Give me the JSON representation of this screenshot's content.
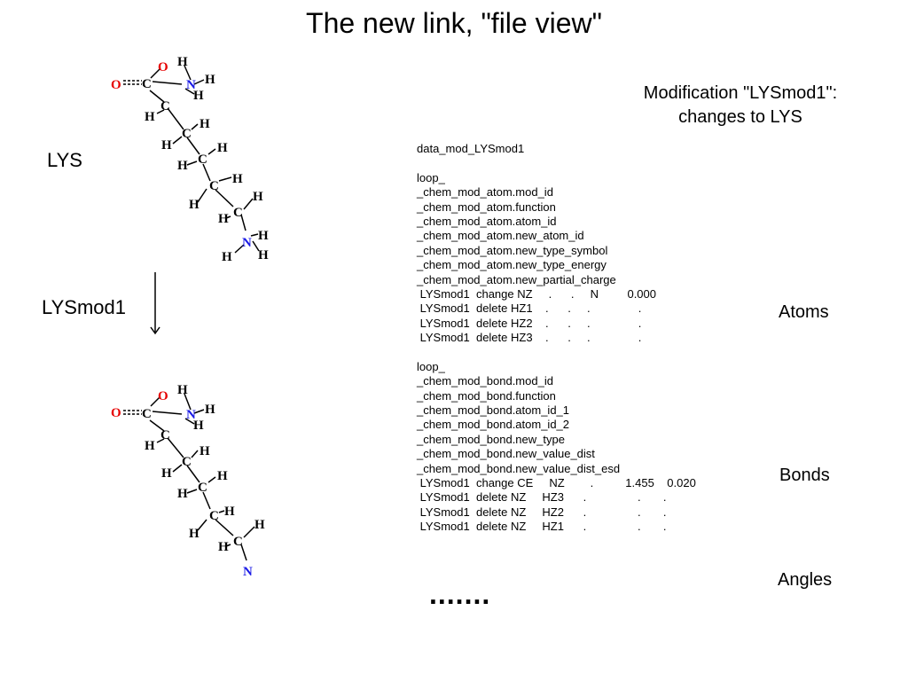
{
  "title": "The new link, \"file view\"",
  "modification_heading": [
    "Modification \"LYSmod1\":",
    "changes to LYS"
  ],
  "residue_label": "LYS",
  "modification_label": "LYSmod1",
  "section_labels": {
    "atoms": "Atoms",
    "bonds": "Bonds",
    "angles": "Angles"
  },
  "ellipsis": ".......",
  "colors": {
    "oxygen": "#e60000",
    "nitrogen": "#1a1ae6",
    "carbon_hydrogen": "#000000"
  },
  "molecule_atoms": {
    "oxygen": "O",
    "carbon": "C",
    "nitrogen": "N",
    "hydrogen": "H"
  },
  "cif_lines": [
    "data_mod_LYSmod1",
    "",
    "loop_",
    "_chem_mod_atom.mod_id",
    "_chem_mod_atom.function",
    "_chem_mod_atom.atom_id",
    "_chem_mod_atom.new_atom_id",
    "_chem_mod_atom.new_type_symbol",
    "_chem_mod_atom.new_type_energy",
    "_chem_mod_atom.new_partial_charge",
    " LYSmod1  change NZ     .      .     N         0.000",
    " LYSmod1  delete HZ1    .      .     .               .",
    " LYSmod1  delete HZ2    .      .     .               .",
    " LYSmod1  delete HZ3    .      .     .               .",
    "",
    "loop_",
    "_chem_mod_bond.mod_id",
    "_chem_mod_bond.function",
    "_chem_mod_bond.atom_id_1",
    "_chem_mod_bond.atom_id_2",
    "_chem_mod_bond.new_type",
    "_chem_mod_bond.new_value_dist",
    "_chem_mod_bond.new_value_dist_esd",
    " LYSmod1  change CE     NZ        .          1.455    0.020",
    " LYSmod1  delete NZ     HZ3      .                .       .",
    " LYSmod1  delete NZ     HZ2      .                .       .",
    " LYSmod1  delete NZ     HZ1      .                .       ."
  ]
}
